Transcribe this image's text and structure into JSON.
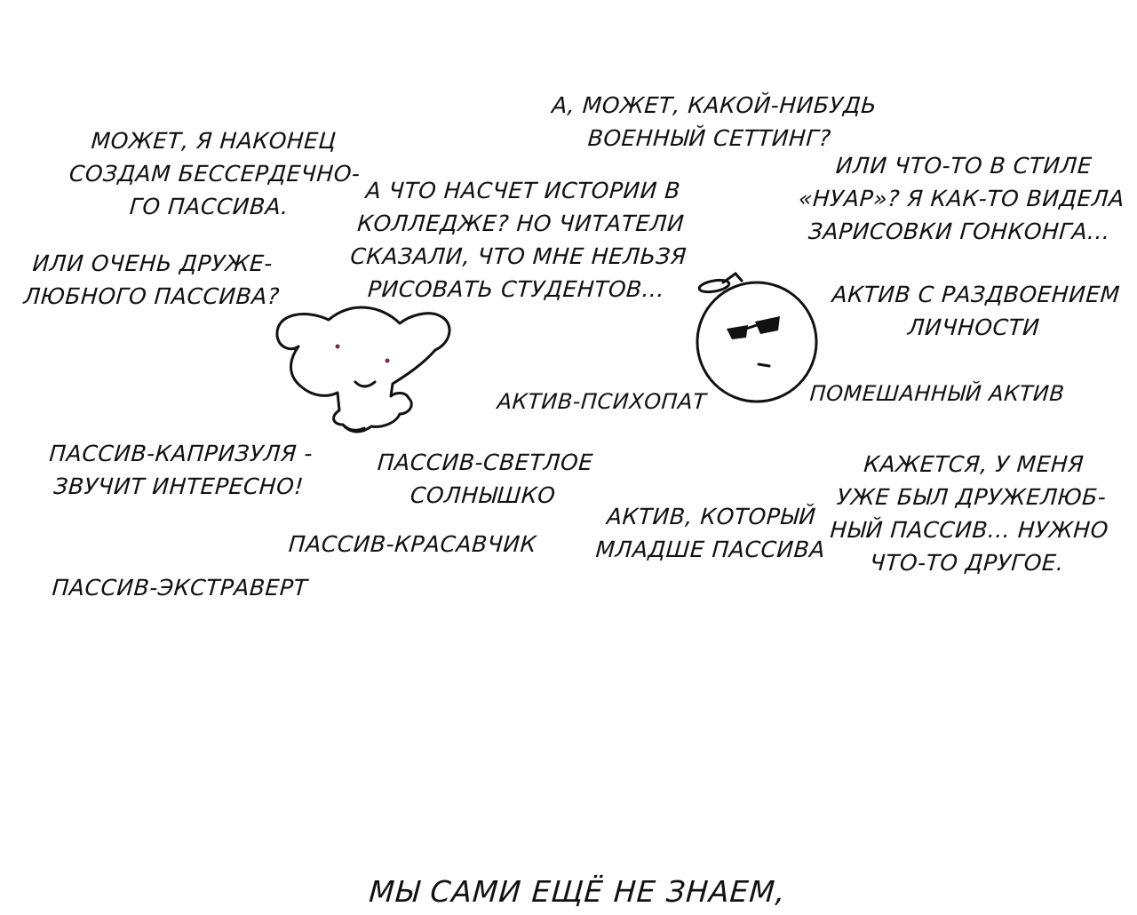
{
  "texts": {
    "military": [
      "А, может, какой-нибудь",
      "военный сеттинг?"
    ],
    "heartless": [
      "Может, я наконец",
      "создам бессердечно-",
      "го пассива."
    ],
    "noir": [
      "Или что-то в стиле",
      "«нуар»? Я как-то видела",
      "зарисовки Гонконга..."
    ],
    "college": [
      "А что насчет истории в",
      "колледже? Но читатели",
      "сказали, что мне нельзя",
      "рисовать студентов..."
    ],
    "friendly": [
      "Или очень друже-",
      "любного пассива?"
    ],
    "split": [
      "Актив с раздвоением",
      "личности"
    ],
    "psycho": [
      "Актив-психопат"
    ],
    "obsessed": [
      "Помешанный актив"
    ],
    "capricious": [
      "Пассив-капризуля -",
      "звучит интересно!"
    ],
    "sunshine": [
      "Пассив-светлое",
      "солнышко"
    ],
    "had_friendly": [
      "Кажется, у меня",
      "уже был дружелюб-",
      "ный пассив... Нужно",
      "что-то другое."
    ],
    "younger": [
      "Актив, который",
      "младше пассива"
    ],
    "handsome": [
      "Пассив-красавчик"
    ],
    "extravert": [
      "Пассив-экстраверт"
    ],
    "bottom": [
      "Мы сами ещё не знаем,"
    ]
  },
  "colors": {
    "ink": "#111111",
    "eyes": "#7a2a3a",
    "background": "#ffffff"
  }
}
